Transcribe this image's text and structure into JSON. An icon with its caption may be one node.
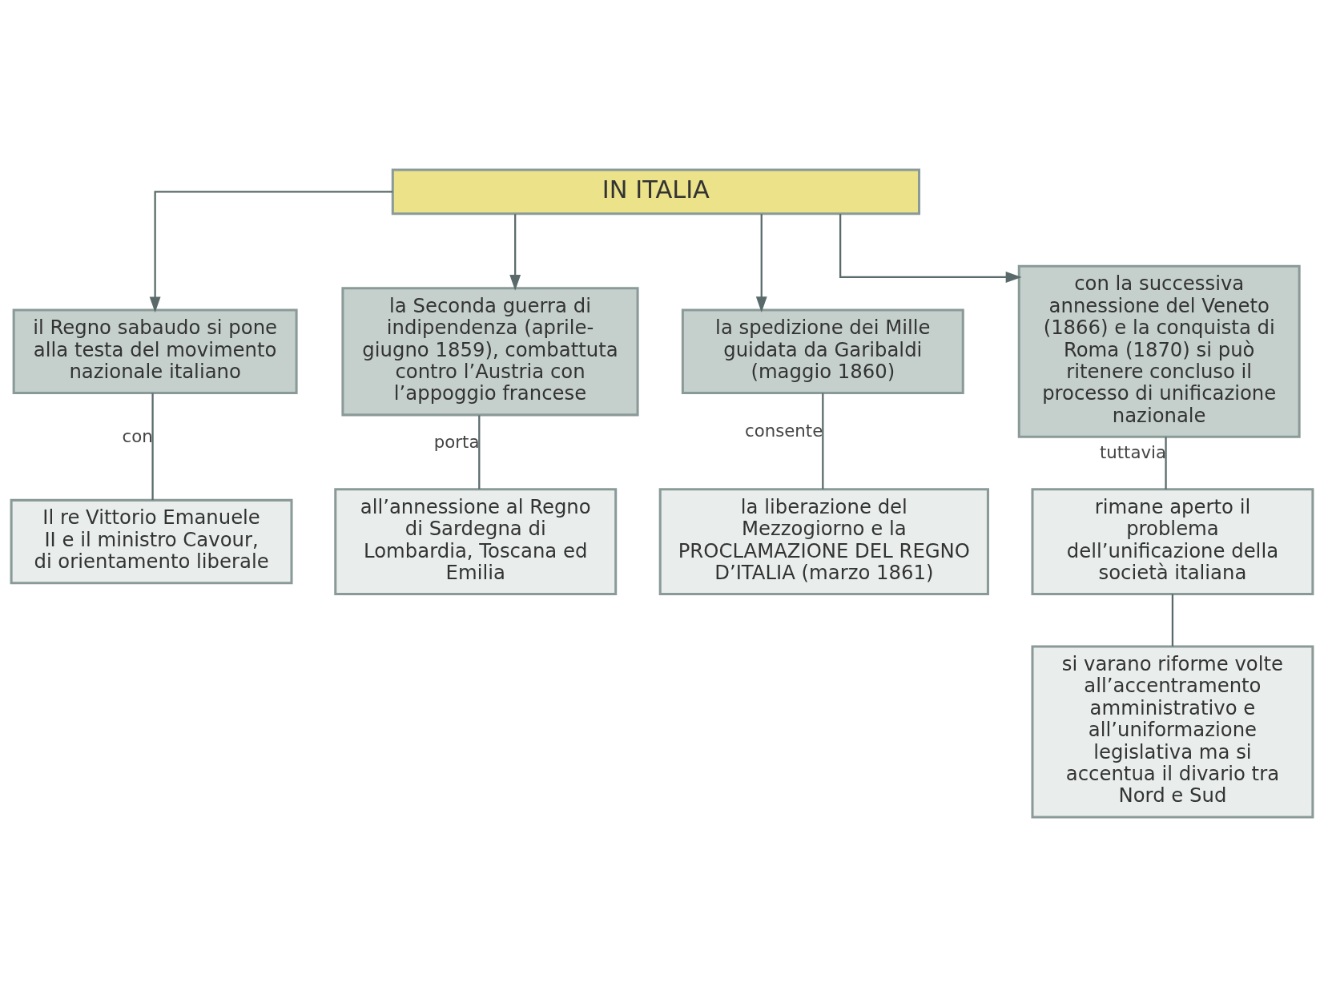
{
  "diagram": {
    "nodes": [
      {
        "text": [
          "IN ITALIA"
        ]
      },
      {
        "text": [
          "il Regno sabaudo si pone alla testa del movimento nazionale italiano"
        ]
      },
      {
        "text": [
          "la Seconda guerra di indipendenza (aprile-giugno 1859), combattuta contro l’Austria con l’appoggio francese"
        ]
      },
      {
        "text": [
          "la spedizione dei Mille guidata da Garibaldi (maggio 1860)"
        ]
      },
      {
        "text": [
          "con la successiva annessione del Veneto (1866) e la conquista di Roma (1870) si può ritenere concluso il processo di unificazione nazionale"
        ]
      },
      {
        "text": [
          "Il re Vittorio Emanuele II e il ministro Cavour, di orientamento liberale"
        ]
      },
      {
        "text": [
          "all’annessione al Regno di Sardegna di Lombardia, Toscana ed Emilia"
        ]
      },
      {
        "text": [
          "la liberazione del Mezzogiorno e la PROCLAMAZIONE DEL REGNO D’ITALIA (marzo 1861)"
        ]
      },
      {
        "text": [
          "rimane aperto il problema dell’unificazione della società italiana"
        ]
      },
      {
        "text": [
          "si varano riforme volte all’accentramento amministrativo e all’uniformazione legislativa ma si accentua il divario tra Nord e Sud"
        ]
      }
    ],
    "edges": [
      {
        "from": 0,
        "to": 1,
        "arrow": "to"
      },
      {
        "from": 0,
        "to": 2,
        "arrow": "to"
      },
      {
        "from": 0,
        "to": 3,
        "arrow": "to"
      },
      {
        "from": 0,
        "to": 4,
        "arrow": "to"
      },
      {
        "from": 1,
        "to": 5,
        "arrow": "none",
        "label": "con"
      },
      {
        "from": 2,
        "to": 6,
        "arrow": "none",
        "label": "porta"
      },
      {
        "from": 3,
        "to": 7,
        "arrow": "none",
        "label": "consente"
      },
      {
        "from": 4,
        "to": 8,
        "arrow": "none",
        "label": "tuttavia"
      },
      {
        "from": 8,
        "to": 9,
        "arrow": "none"
      }
    ]
  }
}
